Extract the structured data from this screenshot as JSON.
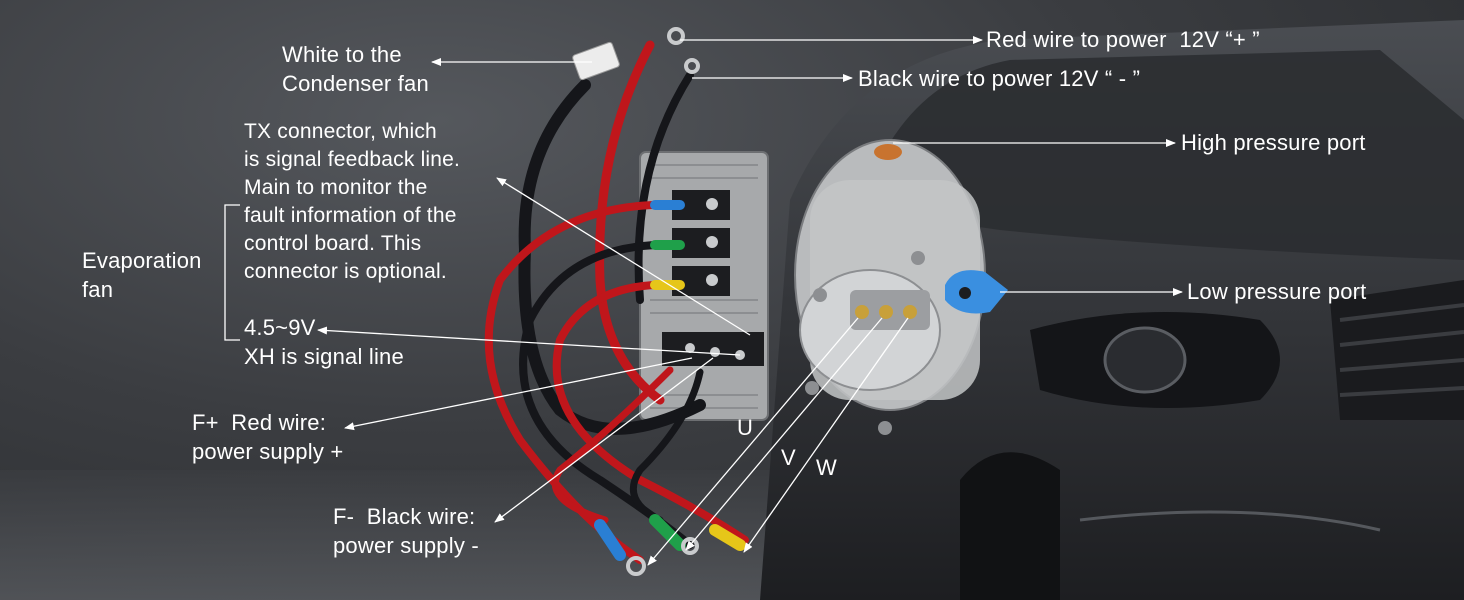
{
  "labels": {
    "white_condenser": [
      "White to the",
      "Condenser fan"
    ],
    "red_power": "Red wire to power  12V “+ ”",
    "black_power": "Black wire to power 12V “ - ”",
    "high_pressure": "High pressure port",
    "low_pressure": "Low pressure port",
    "tx_connector": [
      "TX connector, which",
      "is signal feedback line.",
      "Main to monitor the",
      "fault information of the",
      "control board. This",
      "connector is optional."
    ],
    "evaporation_fan": [
      "Evaporation",
      "fan"
    ],
    "xh_signal": [
      "4.5~9V",
      "XH is signal line"
    ],
    "f_plus": [
      "F+  Red wire:",
      "power supply +"
    ],
    "f_minus": [
      "F-  Black wire:",
      "power supply -"
    ],
    "phase_u": "U",
    "phase_v": "V",
    "phase_w": "W"
  },
  "colors": {
    "background": "#3a3c40",
    "label_text": "#ffffff",
    "arrow": "#ffffff",
    "wire_red": "#c0161b",
    "wire_black": "#15161a",
    "wire_blue": "#2a7fd4",
    "wire_green": "#1fa04a",
    "wire_yellow": "#e6c619",
    "port_blue": "#3a8fe0",
    "port_copper": "#c8732f"
  }
}
